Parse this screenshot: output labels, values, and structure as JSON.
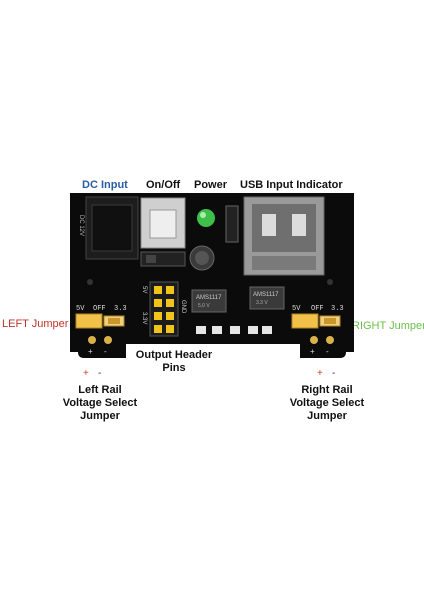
{
  "labels": {
    "dc_input": "DC Input",
    "on_off": "On/Off",
    "power": "Power",
    "usb_indicator": "USB Input Indicator",
    "left_jumper": "LEFT Jumper",
    "right_jumper": "RIGHT Jumper",
    "output_header_line1": "Output Header",
    "output_header_line2": "Pins",
    "left_rail_line1": "Left Rail",
    "left_rail_line2": "Voltage Select",
    "left_rail_line3": "Jumper",
    "right_rail_line1": "Right Rail",
    "right_rail_line2": "Voltage Select",
    "right_rail_line3": "Jumper"
  },
  "board_text": {
    "dc_silk": "DC 12V",
    "left_5v": "5V",
    "left_off": "OFF",
    "left_33": "3.3",
    "right_5v": "5V",
    "right_off": "OFF",
    "right_33": "3.3",
    "hdr_5v": "5V",
    "hdr_gnd": "GND",
    "hdr_33v": "3.3V",
    "reg1": "AMS1117",
    "reg1_sub": "5.0 V",
    "reg2": "AMS1117",
    "reg2_sub": "3.3 V",
    "plus": "+",
    "minus": "-"
  },
  "colors": {
    "dc_input": "#2b5ca8",
    "left_jumper": "#c0322b",
    "right_jumper": "#6cc04a",
    "rail_sign": "#d23a2a",
    "board": "#0b0b0b",
    "jumper_cap": "#f2c14a",
    "header_pin": "#f0c419",
    "led": "#3fbf4a"
  }
}
